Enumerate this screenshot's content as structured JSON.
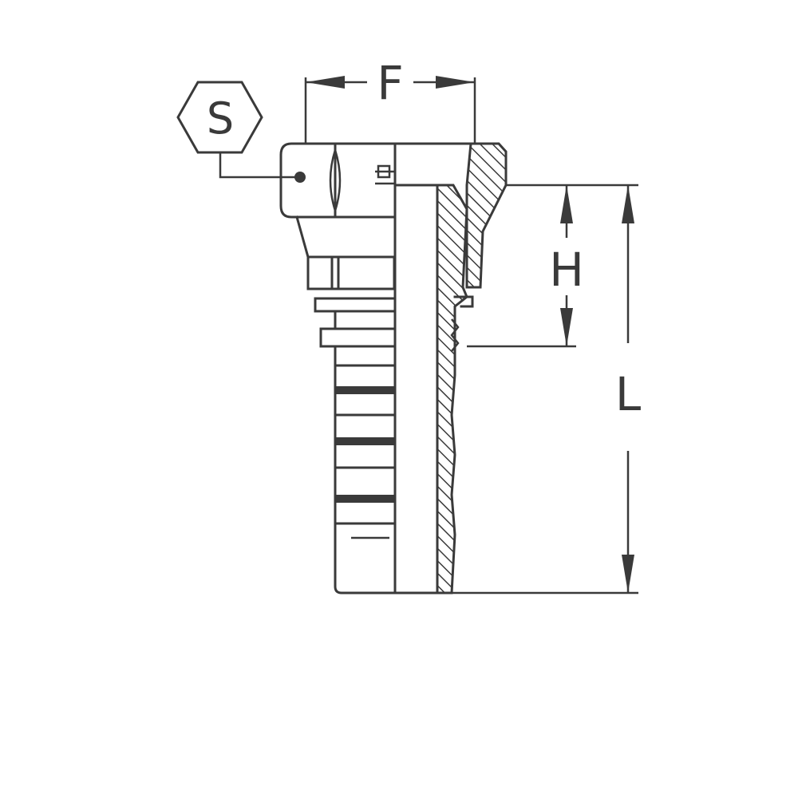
{
  "labels": {
    "wrench_size": "S",
    "dim_f": "F",
    "dim_h": "H",
    "dim_l": "L"
  },
  "colors": {
    "line": "#3a3a3a",
    "background": "#ffffff"
  }
}
